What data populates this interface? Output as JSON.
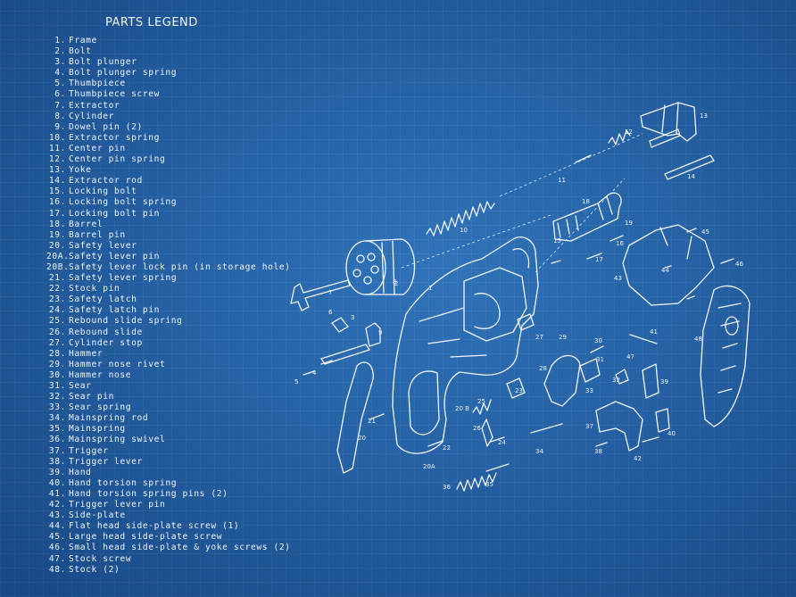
{
  "legend": {
    "title": "PARTS LEGEND",
    "items": [
      {
        "num": "1.",
        "name": "Frame"
      },
      {
        "num": "2.",
        "name": "Bolt"
      },
      {
        "num": "3.",
        "name": "Bolt plunger"
      },
      {
        "num": "4.",
        "name": "Bolt plunger spring"
      },
      {
        "num": "5.",
        "name": "Thumbpiece"
      },
      {
        "num": "6.",
        "name": "Thumbpiece screw"
      },
      {
        "num": "7.",
        "name": "Extractor"
      },
      {
        "num": "8.",
        "name": "Cylinder"
      },
      {
        "num": "9.",
        "name": "Dowel pin (2)"
      },
      {
        "num": "10.",
        "name": "Extractor spring"
      },
      {
        "num": "11.",
        "name": "Center pin"
      },
      {
        "num": "12.",
        "name": "Center pin spring"
      },
      {
        "num": "13.",
        "name": "Yoke"
      },
      {
        "num": "14.",
        "name": "Extractor rod"
      },
      {
        "num": "15.",
        "name": "Locking bolt"
      },
      {
        "num": "16.",
        "name": "Locking bolt spring"
      },
      {
        "num": "17.",
        "name": "Locking bolt pin"
      },
      {
        "num": "18.",
        "name": "Barrel"
      },
      {
        "num": "19.",
        "name": "Barrel pin"
      },
      {
        "num": "20.",
        "name": "Safety lever"
      },
      {
        "num": "20A.",
        "name": "Safety lever pin"
      },
      {
        "num": "20B.",
        "name": "Safety lever lock pin (in storage hole)"
      },
      {
        "num": "21.",
        "name": "Safety lever spring"
      },
      {
        "num": "22.",
        "name": "Stock pin"
      },
      {
        "num": "23.",
        "name": "Safety latch"
      },
      {
        "num": "24.",
        "name": "Safety latch pin"
      },
      {
        "num": "25.",
        "name": "Rebound slide spring"
      },
      {
        "num": "26.",
        "name": "Rebound slide"
      },
      {
        "num": "27.",
        "name": "Cylinder stop"
      },
      {
        "num": "28.",
        "name": "Hammer"
      },
      {
        "num": "29.",
        "name": "Hammer nose rivet"
      },
      {
        "num": "30.",
        "name": "Hammer nose"
      },
      {
        "num": "31.",
        "name": "Sear"
      },
      {
        "num": "32.",
        "name": "Sear pin"
      },
      {
        "num": "33.",
        "name": "Sear spring"
      },
      {
        "num": "34.",
        "name": "Mainspring rod"
      },
      {
        "num": "35.",
        "name": "Mainspring"
      },
      {
        "num": "36.",
        "name": "Mainspring swivel"
      },
      {
        "num": "37.",
        "name": "Trigger"
      },
      {
        "num": "38.",
        "name": "Trigger lever"
      },
      {
        "num": "39.",
        "name": "Hand"
      },
      {
        "num": "40.",
        "name": "Hand torsion spring"
      },
      {
        "num": "41.",
        "name": "Hand torsion spring pins (2)"
      },
      {
        "num": "42.",
        "name": "Trigger lever pin"
      },
      {
        "num": "43.",
        "name": "Side-plate"
      },
      {
        "num": "44.",
        "name": "Flat head side-plate screw (1)"
      },
      {
        "num": "45.",
        "name": "Large head side-plate screw"
      },
      {
        "num": "46.",
        "name": "Small head side-plate & yoke screws (2)"
      },
      {
        "num": "47.",
        "name": "Stock screw"
      },
      {
        "num": "48.",
        "name": "Stock (2)"
      }
    ]
  },
  "callouts": {
    "c1": "1",
    "c2": "2",
    "c3": "3",
    "c4": "4",
    "c5": "5",
    "c6": "6",
    "c7": "7",
    "c8": "8",
    "c9": "9",
    "c10": "10",
    "c11": "11",
    "c12": "12",
    "c13": "13",
    "c14": "14",
    "c15": "15",
    "c16": "16",
    "c17": "17",
    "c18": "18",
    "c19": "19",
    "c20": "20",
    "c20a": "20A",
    "c20b": "20 B",
    "c21": "21",
    "c22": "22",
    "c23": "23",
    "c24": "24",
    "c25": "25",
    "c26": "26",
    "c27": "27",
    "c28": "28",
    "c29": "29",
    "c30": "30",
    "c31": "31",
    "c32": "32",
    "c33": "33",
    "c34": "34",
    "c35": "35",
    "c36": "36",
    "c37": "37",
    "c38": "38",
    "c39": "39",
    "c40": "40",
    "c41": "41",
    "c42": "42",
    "c43": "43",
    "c44": "44",
    "c45": "45",
    "c46": "46",
    "c47": "47",
    "c48": "48"
  }
}
